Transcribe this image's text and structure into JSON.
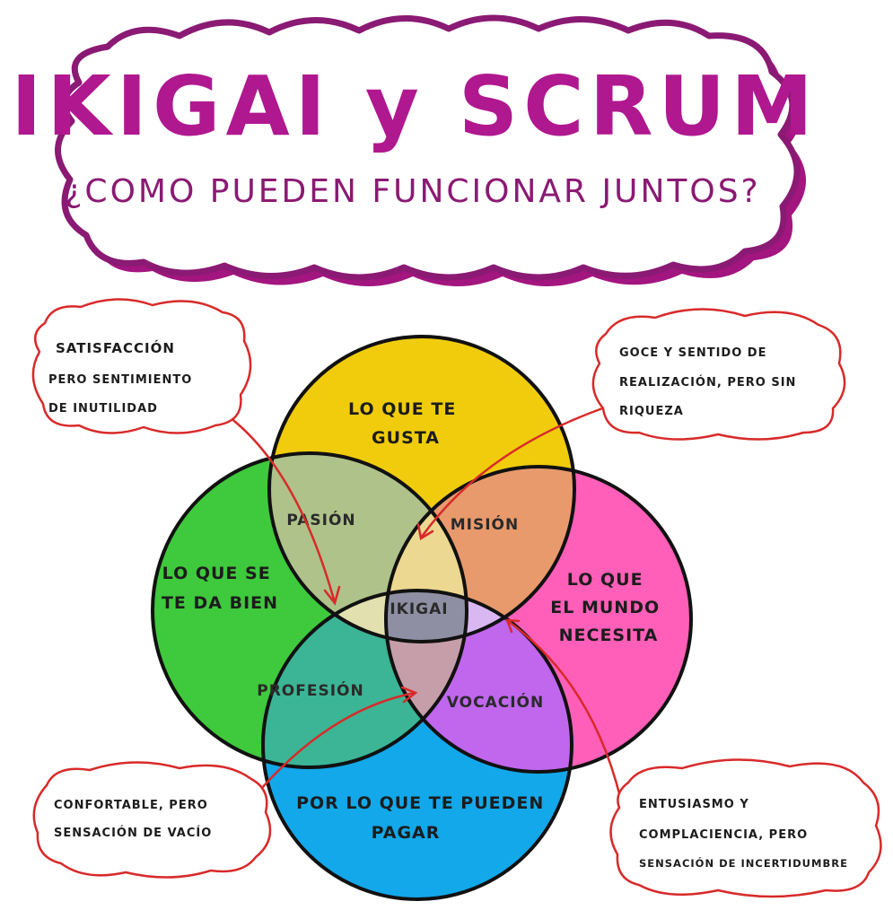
{
  "header": {
    "title": "IKIGAI y SCRUM",
    "subtitle": "¿COMO PUEDEN FUNCIONAR JUNTOS?"
  },
  "diagram": {
    "circles": {
      "love": {
        "lines": [
          "LO QUE TE",
          "GUSTA"
        ],
        "color": "#f0cc0c"
      },
      "good_at": {
        "lines": [
          "LO QUE SE",
          "TE DA BIEN"
        ],
        "color": "#3fc93c"
      },
      "world_needs": {
        "lines": [
          "LO QUE",
          "EL MUNDO",
          "NECESITA"
        ],
        "color": "#ff5fb8"
      },
      "paid_for": {
        "lines": [
          "POR LO QUE TE PUEDEN",
          "PAGAR"
        ],
        "color": "#12a8ea"
      }
    },
    "zones": {
      "passion": "PASIÓN",
      "mission": "MISIÓN",
      "profession": "PROFESIÓN",
      "vocation": "VOCACIÓN",
      "center": "IKIGAI"
    },
    "zone_colors": {
      "passion": "#aec28a",
      "mission": "#e89a6c",
      "profession": "#3bb595",
      "vocation": "#c067ee",
      "passion_mission": "#ecd890",
      "passion_profession": "#e2e0ae",
      "mission_vocation": "#d9b8f2",
      "profession_vocation": "#c59eaa",
      "center": "#8f8fa3"
    }
  },
  "notes": {
    "top_left": [
      "SATISFACCIÓN",
      "PERO SENTIMIENTO",
      "DE INUTILIDAD"
    ],
    "top_right": [
      "GOCE Y SENTIDO DE",
      "REALIZACIÓN, PERO SIN",
      "RIQUEZA"
    ],
    "bottom_left": [
      "CONFORTABLE, PERO",
      "SENSACIÓN DE VACÍO"
    ],
    "bottom_right": [
      "ENTUSIASMO Y",
      "COMPLACIENCIA, PERO",
      "SENSACIÓN DE INCERTIDUMBRE"
    ]
  },
  "colors": {
    "title": "#b0188f",
    "banner_outline": "#8a1a73",
    "note_outline": "#d82a2a",
    "arrow": "#d82a2a"
  }
}
